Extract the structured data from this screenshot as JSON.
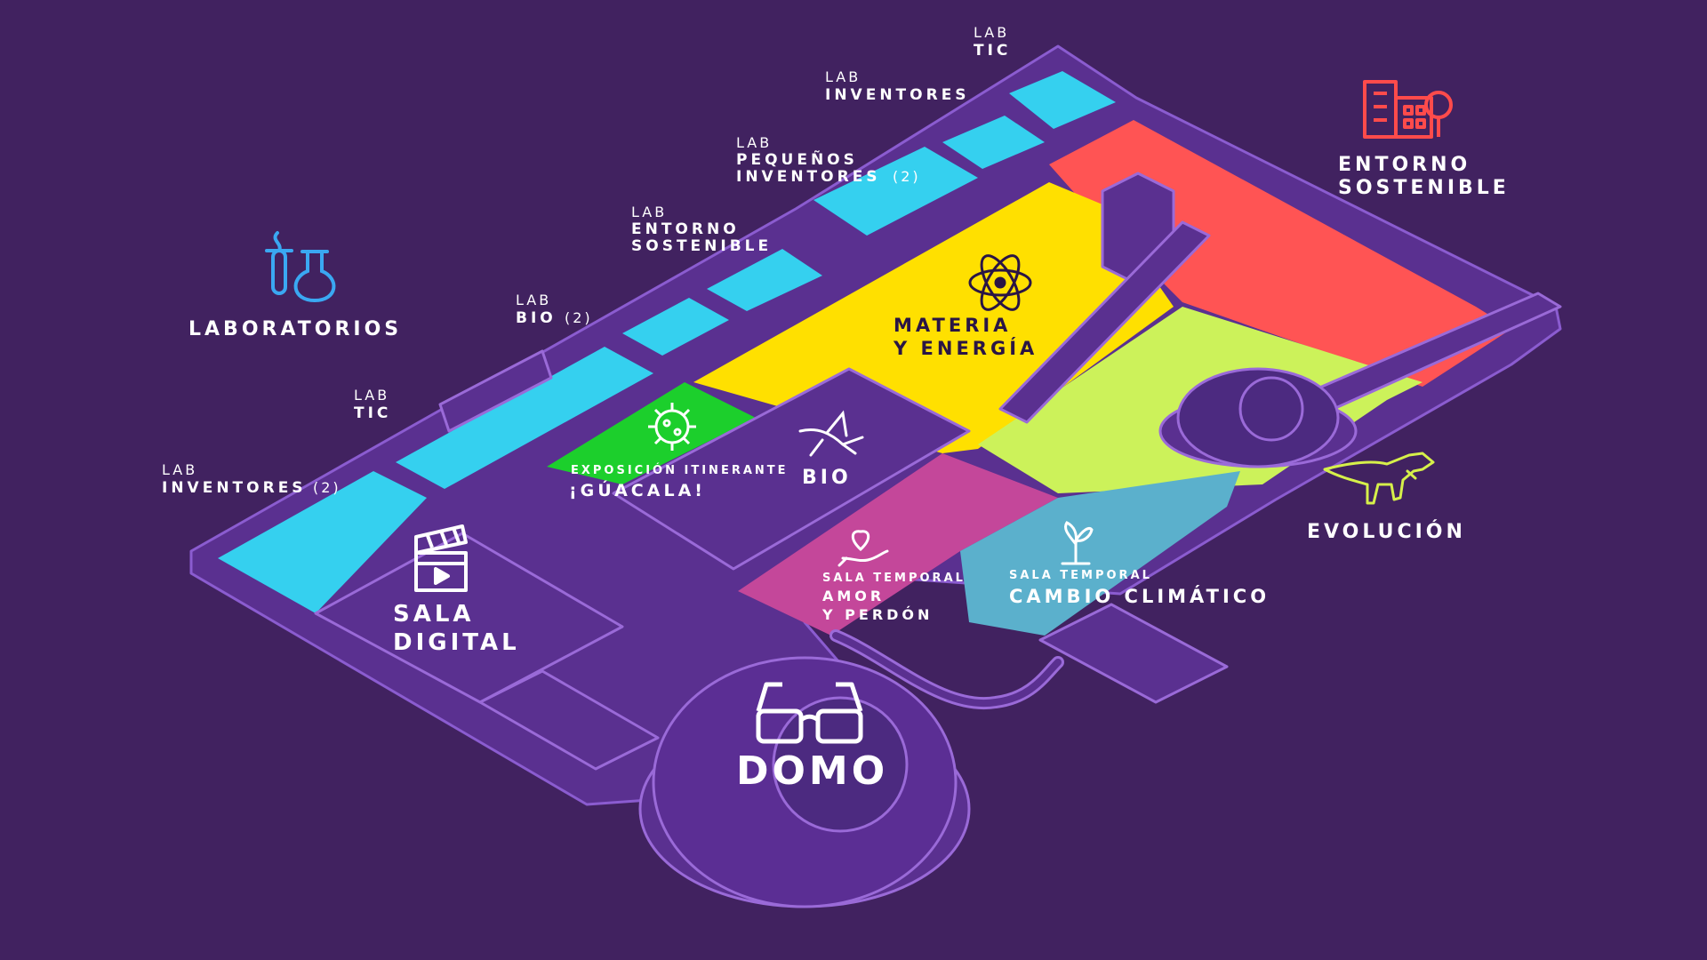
{
  "colors": {
    "background": "#412260",
    "wall": "#6b3fa8",
    "wall_light": "#9a6ad8",
    "wall_top": "#7a4cc0",
    "lab_cyan": "#35d0ef",
    "materia_yellow": "#ffe000",
    "entorno_red": "#ff5454",
    "evolucion_lime": "#ccf25a",
    "guacala_green": "#1ccf2c",
    "amor_magenta": "#c4479a",
    "cambio_teal": "#5bb0cc",
    "laboratorios_icon": "#3aa8f2",
    "entorno_icon": "#ff4b4b",
    "evolucion_icon": "#d6f04a"
  },
  "labels": {
    "lab_tic_top": {
      "line1": "LAB",
      "line2": "TIC"
    },
    "lab_inventores_top": {
      "line1": "LAB",
      "line2": "INVENTORES"
    },
    "lab_pequenos": {
      "line1": "LAB",
      "line2": "PEQUEÑOS",
      "line3": "INVENTORES",
      "suffix": "(2)"
    },
    "lab_entorno": {
      "line1": "LAB",
      "line2": "ENTORNO",
      "line3": "SOSTENIBLE"
    },
    "lab_bio": {
      "line1": "LAB",
      "line2": "BIO",
      "suffix": "(2)"
    },
    "lab_tic_left": {
      "line1": "LAB",
      "line2": "TIC"
    },
    "lab_inventores_left": {
      "line1": "LAB",
      "line2": "INVENTORES",
      "suffix": "(2)"
    },
    "laboratorios": "LABORATORIOS",
    "entorno_sostenible": {
      "line1": "ENTORNO",
      "line2": "SOSTENIBLE"
    },
    "materia": {
      "line1": "MATERIA",
      "line2": "Y ENERGÍA"
    },
    "guacala": {
      "line1": "EXPOSICIÓN ITINERANTE",
      "line2": "¡GÚACALA!"
    },
    "bio": "BIO",
    "sala_digital": {
      "line1": "SALA",
      "line2": "DIGITAL"
    },
    "amor": {
      "line1": "SALA TEMPORAL",
      "line2": "AMOR",
      "line3": "Y PERDÓN"
    },
    "cambio": {
      "line1": "SALA TEMPORAL",
      "line2": "CAMBIO CLIMÁTICO"
    },
    "evolucion": "EVOLUCIÓN",
    "domo": "DOMO"
  },
  "icons": {
    "laboratorios": "flask-icon",
    "entorno": "sustainable-building-icon",
    "materia": "atom-icon",
    "guacala": "virus-icon",
    "bio": "hummingbird-icon",
    "amor": "heart-hand-icon",
    "cambio": "sprout-icon",
    "evolucion": "dinosaur-icon",
    "sala_digital": "clapperboard-icon",
    "domo": "3d-glasses-icon"
  }
}
